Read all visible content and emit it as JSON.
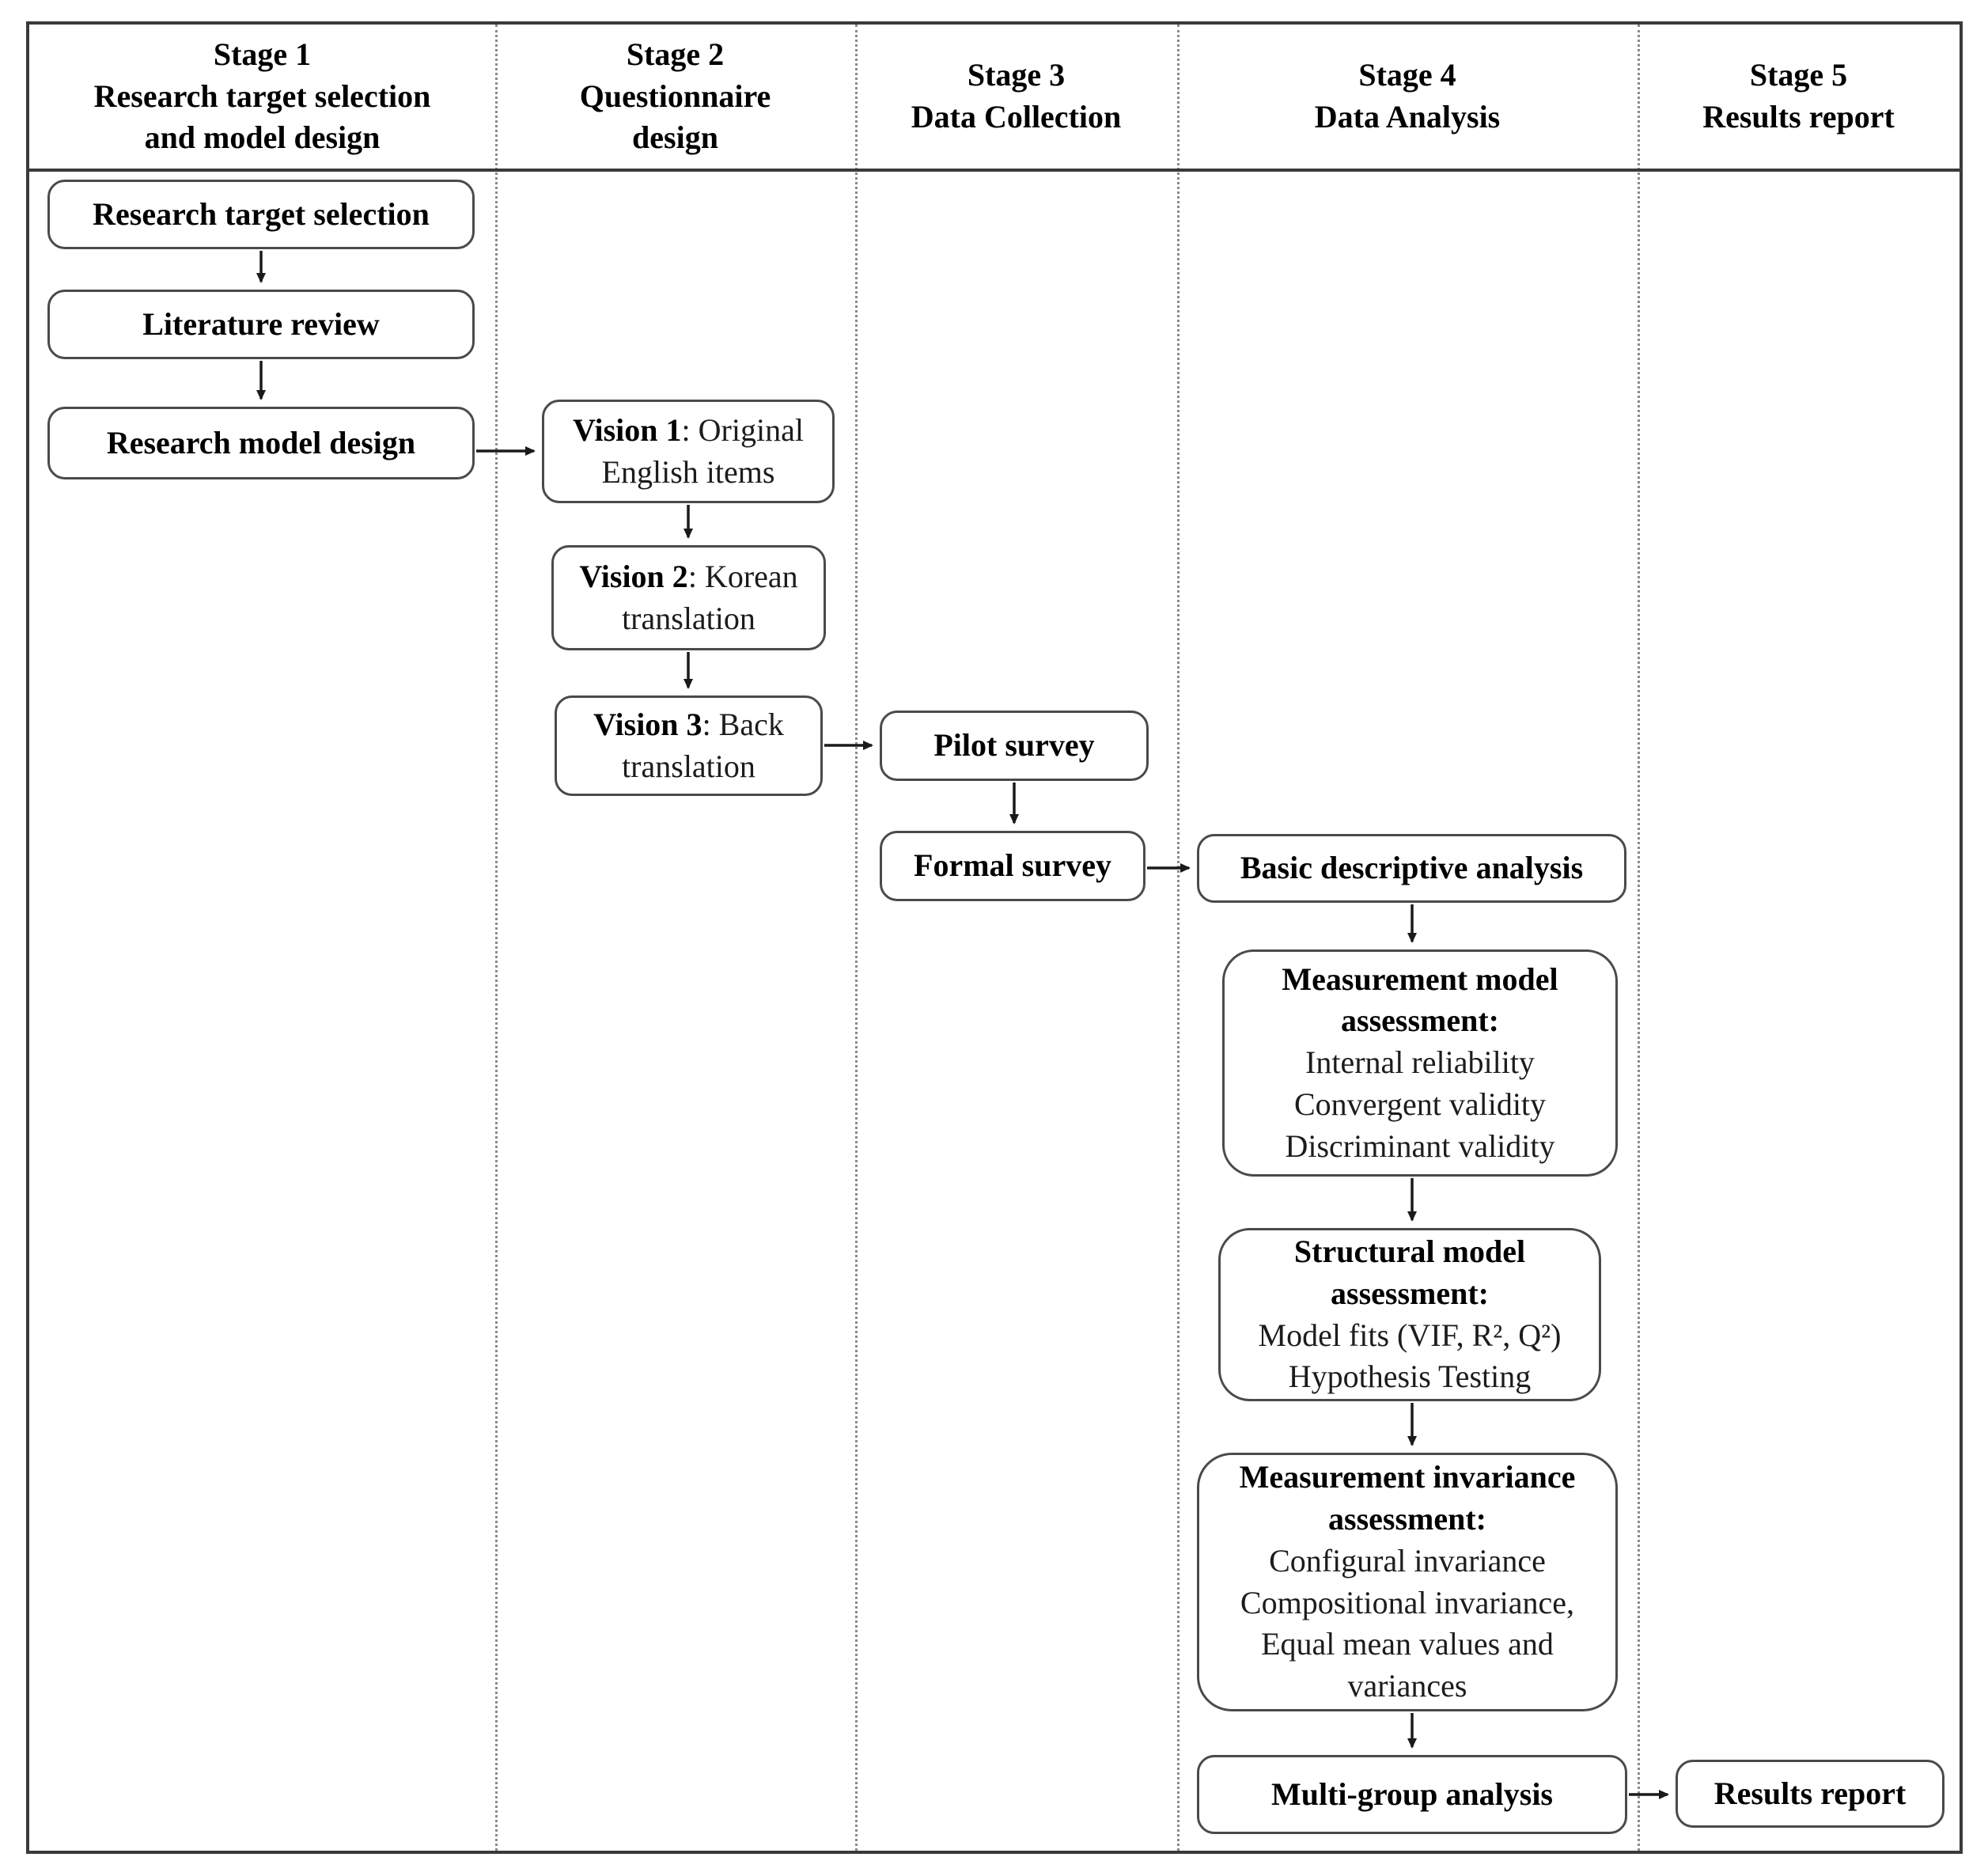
{
  "figure": {
    "type": "flowchart",
    "description_stages_count": "5"
  },
  "stages": [
    {
      "label_lines": [
        "Stage 1",
        "Research target selection",
        "and model design"
      ]
    },
    {
      "label_lines": [
        "Stage 2",
        "Questionnaire",
        "design"
      ]
    },
    {
      "label_lines": [
        "Stage 3",
        "Data Collection"
      ]
    },
    {
      "label_lines": [
        "Stage 4",
        "Data Analysis"
      ]
    },
    {
      "label_lines": [
        "Stage 5",
        "Results report"
      ]
    }
  ],
  "boxes": {
    "research_target_selection": {
      "label": "Research target selection"
    },
    "literature_review": {
      "label": "Literature review"
    },
    "research_model_design": {
      "label": "Research model design"
    },
    "vision_1": {
      "label_bold": "Vision 1",
      "label_rest": ": Original English items"
    },
    "vision_2": {
      "label_bold": "Vision 2",
      "label_rest": ": Korean translation"
    },
    "vision_3": {
      "label_bold": "Vision 3",
      "label_rest": ": Back translation"
    },
    "pilot_survey": {
      "label": "Pilot survey"
    },
    "formal_survey": {
      "label": "Formal survey"
    },
    "basic_descriptive_analysis": {
      "label": "Basic descriptive analysis"
    },
    "measurement_model_assessment": {
      "title": "Measurement model assessment:",
      "details": [
        "Internal reliability",
        "Convergent validity",
        "Discriminant validity"
      ]
    },
    "structural_model_assessment": {
      "title": "Structural model assessment:",
      "details": [
        "Model fits (VIF, R², Q²)",
        "Hypothesis Testing"
      ]
    },
    "measurement_invariance_assessment": {
      "title": "Measurement invariance assessment:",
      "details": [
        "Configural invariance",
        "Compositional invariance,",
        "Equal mean values and variances"
      ]
    },
    "multi_group_analysis": {
      "label": "Multi-group analysis"
    },
    "results_report": {
      "label": "Results report"
    }
  },
  "colors": {
    "frame_border": "#3a3a3a",
    "box_border": "#4a4a4a",
    "divider": "#8a8a8a",
    "text": "#000000",
    "arrow": "#1a1a1a",
    "background": "#ffffff"
  }
}
